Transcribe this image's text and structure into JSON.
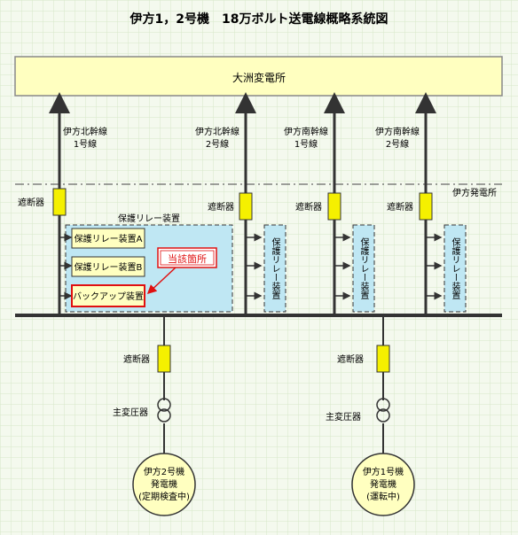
{
  "title": "伊方1，2号機　18万ボルト送電線概略系統図",
  "substation": "大洲変電所",
  "plant_label": "伊方発電所",
  "lines": [
    {
      "name_line1": "伊方北幹線",
      "name_line2": "1号線"
    },
    {
      "name_line1": "伊方北幹線",
      "name_line2": "2号線"
    },
    {
      "name_line1": "伊方南幹線",
      "name_line2": "1号線"
    },
    {
      "name_line1": "伊方南幹線",
      "name_line2": "2号線"
    }
  ],
  "breaker_label": "遮断器",
  "relay_group_label": "保護リレー装置",
  "relay_a": "保護リレー装置A",
  "relay_b": "保護リレー装置B",
  "backup_relay": "バックアップ装置",
  "callout": "当該箇所",
  "relay_vertical": "保護リレー装置",
  "transformer_label": "主変圧器",
  "units": [
    {
      "line1": "伊方2号機",
      "line2": "発電機",
      "line3": "(定期検査中)"
    },
    {
      "line1": "伊方1号機",
      "line2": "発電機",
      "line3": "(運転中)"
    }
  ],
  "colors": {
    "breaker": "#f5f000",
    "relay_group_fill": "#bfe7f3",
    "box_fill": "#ffffc0",
    "callout_border": "#e01010"
  }
}
